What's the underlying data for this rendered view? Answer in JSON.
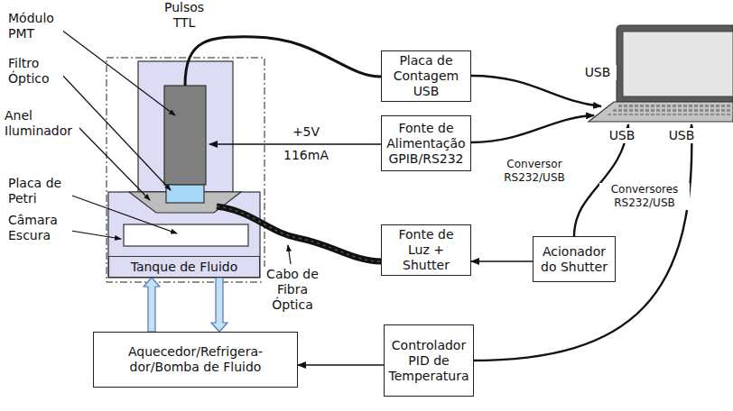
{
  "diagram": {
    "nodes": [
      {
        "text": [
          "Placa de Contagem USB"
        ]
      },
      {
        "text": [
          "Fonte de Alimentação GPIB/RS232"
        ]
      },
      {
        "text": [
          "Fonte de Luz + Shutter"
        ]
      },
      {
        "text": [
          "Acionador do Shutter"
        ]
      },
      {
        "text": [
          "Tanque de Fluido"
        ]
      },
      {
        "text": [
          "Aquecedor/Refrigera- dor/Bomba de Fluido"
        ]
      },
      {
        "text": [
          "Controlador PID de Temperatura"
        ]
      }
    ],
    "edges": [
      {
        "from": 3,
        "to": 2,
        "arrow": "to"
      },
      {
        "from": 6,
        "to": 5,
        "arrow": "to"
      },
      {
        "from": 5,
        "to": 4,
        "arrow": "to"
      },
      {
        "from": 4,
        "to": 5,
        "arrow": "to"
      }
    ],
    "labels": [
      "Módulo PMT",
      "Filtro Óptico",
      "Anel Iluminador",
      "Placa de Petri",
      "Câmara Escura",
      "Pulsos TTL",
      "+5V",
      "116mA",
      "USB",
      "USB",
      "USB",
      "Conversor RS232/USB",
      "Conversores RS232/USB",
      "Cabo de Fibra Óptica"
    ]
  }
}
